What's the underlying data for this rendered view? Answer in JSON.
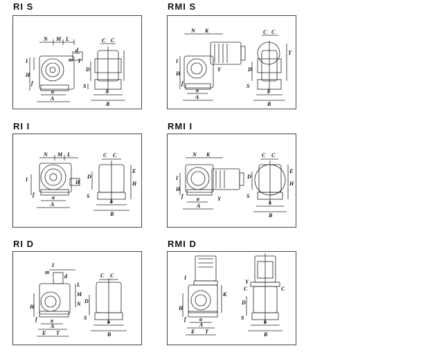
{
  "panels": [
    {
      "title": "RI  S",
      "labels": [
        "N",
        "M",
        "L",
        "d",
        "m",
        "T",
        "I",
        "H",
        "f",
        "a",
        "A",
        "C",
        "C",
        "D",
        "S",
        "b",
        "B"
      ]
    },
    {
      "title": "RMI  S",
      "labels": [
        "N",
        "K",
        "T",
        "I",
        "H",
        "Y",
        "f",
        "a",
        "A",
        "C",
        "C",
        "D",
        "S",
        "b",
        "B"
      ]
    },
    {
      "title": "RI  I",
      "labels": [
        "N",
        "M",
        "L",
        "I",
        "H",
        "f",
        "a",
        "A",
        "C",
        "C",
        "D",
        "E",
        "H",
        "S",
        "b",
        "B"
      ]
    },
    {
      "title": "RMI  I",
      "labels": [
        "N",
        "K",
        "I",
        "H",
        "Y",
        "f",
        "a",
        "A",
        "C",
        "C",
        "D",
        "E",
        "H",
        "S",
        "b",
        "B"
      ]
    },
    {
      "title": "RI  D",
      "labels": [
        "I",
        "m",
        "d",
        "L",
        "M",
        "N",
        "H",
        "f",
        "a",
        "A",
        "E",
        "T",
        "C",
        "C",
        "D",
        "S",
        "b",
        "B"
      ]
    },
    {
      "title": "RMI  D",
      "labels": [
        "I",
        "K",
        "H",
        "f",
        "a",
        "A",
        "E",
        "T",
        "Y",
        "C",
        "C",
        "D",
        "S",
        "b",
        "B"
      ]
    }
  ]
}
